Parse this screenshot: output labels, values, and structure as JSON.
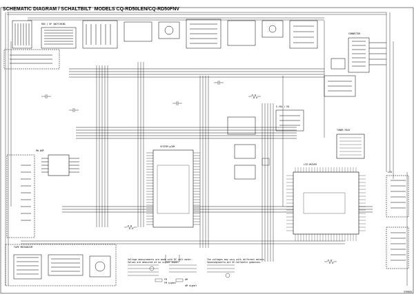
{
  "diagram": {
    "title": "SCHEMATIC DIAGRAM / SCHALTBILT",
    "models": "MODELS CQ-RD50LEN/CQ-RD50FNV",
    "page_code": "E9905C"
  },
  "blocks": [
    {
      "id": "rds-decoder",
      "label": "RDS / RF SWITCHING"
    },
    {
      "id": "power-amp",
      "label": "PW AMP"
    },
    {
      "id": "lcd-driver",
      "label": "LCD DRIVER"
    },
    {
      "id": "system-cpu",
      "label": "SYSTEM µCOM"
    },
    {
      "id": "tape-mech",
      "label": "TAPE MECHANISM"
    },
    {
      "id": "tuner",
      "label": "TUNER PACK"
    },
    {
      "id": "eq",
      "label": "E-VOL / EQ"
    },
    {
      "id": "connector",
      "label": "CONNECTOR"
    },
    {
      "id": "lcd",
      "label": "LCD"
    }
  ],
  "notes": [
    "Voltage measurements are made with DC volt meter.",
    "Values are measured at no signal input.",
    "The voltages may vary with different meters.",
    "Spannungswerte mit DC-Voltmeter gemessen."
  ],
  "legend": [
    {
      "symbol": "FM",
      "meaning": "FM signal"
    },
    {
      "symbol": "AM",
      "meaning": "AM signal"
    }
  ]
}
